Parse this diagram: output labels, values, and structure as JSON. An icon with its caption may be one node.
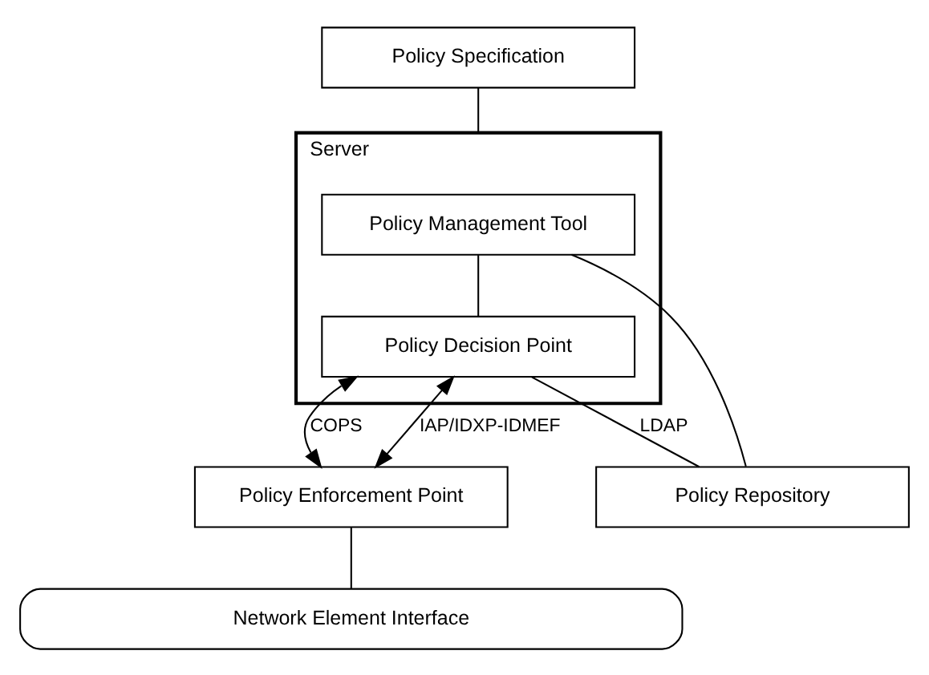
{
  "diagram": {
    "nodes": [
      {
        "text": [
          "Policy Specification"
        ]
      },
      {
        "text": [
          "Server"
        ]
      },
      {
        "text": [
          "Policy Management Tool"
        ],
        "in": 1
      },
      {
        "text": [
          "Policy Decision Point"
        ],
        "in": 1
      },
      {
        "text": [
          "Policy Repository"
        ]
      },
      {
        "text": [
          "Policy Enforcement Point"
        ]
      },
      {
        "text": [
          "Network Element Interface"
        ]
      }
    ],
    "edges": [
      {
        "from": 0,
        "to": 1,
        "arrow": "none"
      },
      {
        "from": 2,
        "to": 3,
        "arrow": "none"
      },
      {
        "from": 2,
        "to": 4,
        "arrow": "none"
      },
      {
        "from": 3,
        "to": 4,
        "arrow": "none",
        "label": "LDAP"
      },
      {
        "from": 3,
        "to": 5,
        "arrow": "both",
        "label": "COPS"
      },
      {
        "from": 3,
        "to": 5,
        "arrow": "both",
        "label": "IAP/IDXP-IDMEF"
      },
      {
        "from": 5,
        "to": 6,
        "arrow": "none"
      }
    ]
  }
}
